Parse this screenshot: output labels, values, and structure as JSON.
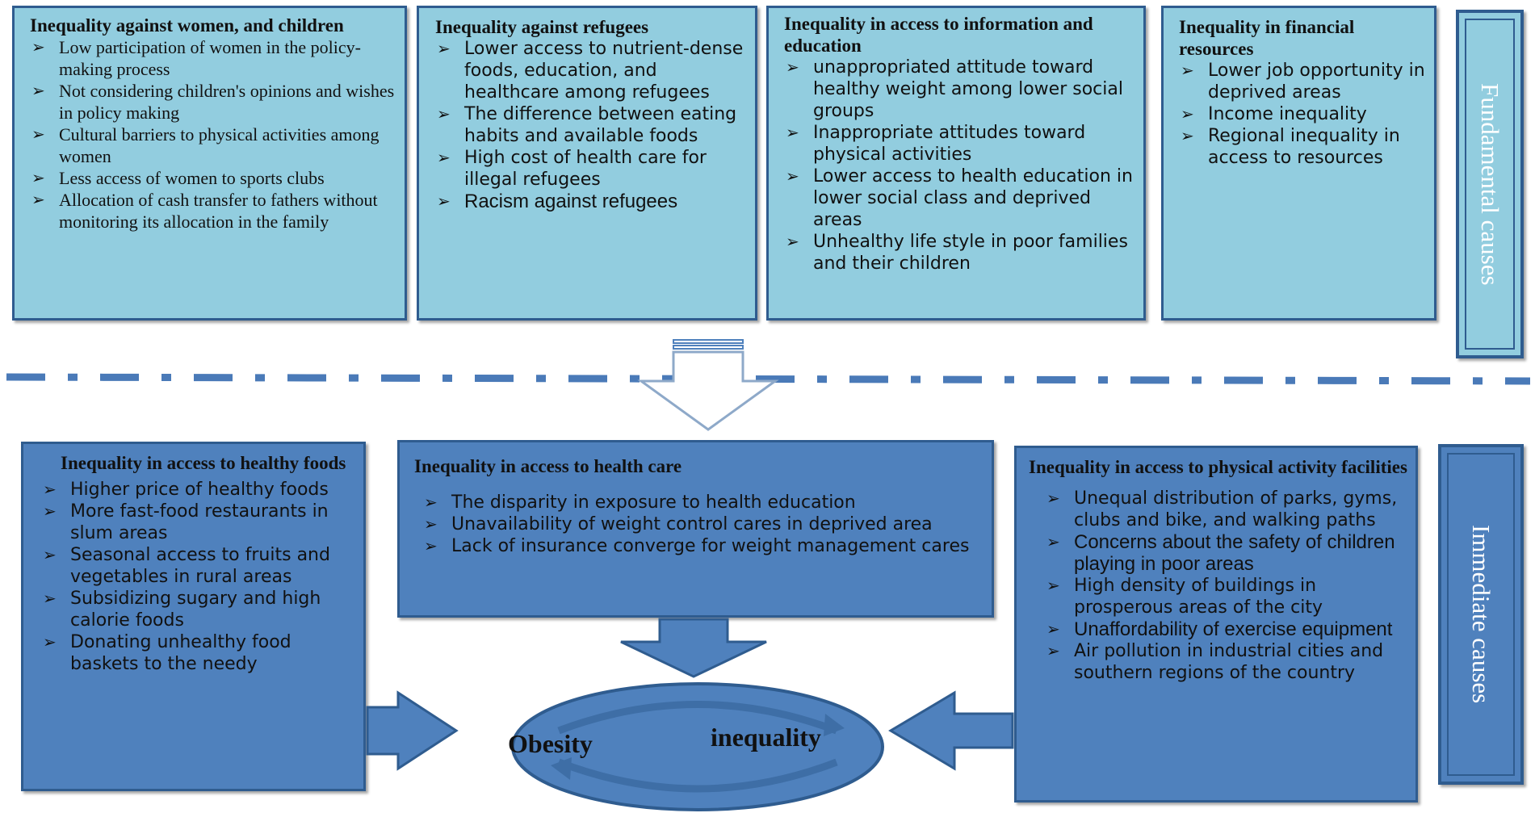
{
  "fundamental": {
    "women": {
      "title": "Inequality against women, and children",
      "items": [
        "Low participation of women in the policy-making process",
        "Not considering children's opinions and wishes in policy making",
        "Cultural barriers to physical activities among women",
        "Less access of women to sports clubs",
        "Allocation of cash transfer to fathers without monitoring its allocation in the family"
      ]
    },
    "refugees": {
      "title": "Inequality against refugees",
      "items": [
        "Lower access to nutrient-dense foods, education, and healthcare among refugees",
        "The difference between eating habits and available foods",
        "High cost of health care for illegal refugees",
        "Racism against refugees"
      ]
    },
    "information": {
      "title": "Inequality in access to information  and education",
      "items": [
        "unappropriated attitude toward healthy weight among lower social groups",
        "Inappropriate attitudes toward physical activities",
        "Lower access to health education in lower social class and deprived areas",
        "Unhealthy life style in poor families  and their children"
      ]
    },
    "financial": {
      "title": "Inequality in financial resources",
      "items": [
        "Lower job opportunity in deprived areas",
        "Income inequality",
        "Regional inequality in access to resources"
      ]
    },
    "label": "Fundamental  causes"
  },
  "immediate": {
    "foods": {
      "title": "Inequality in access to healthy foods",
      "items": [
        "Higher price of healthy foods",
        "More fast-food restaurants in  slum areas",
        "Seasonal access to fruits and vegetables in rural areas",
        "Subsidizing sugary and high calorie foods",
        "Donating unhealthy food baskets to the needy"
      ]
    },
    "healthcare": {
      "title": "Inequality in access to health care",
      "items": [
        "The disparity in exposure to health education",
        "Unavailability of   weight control cares  in deprived area",
        "Lack of insurance converge for weight management cares"
      ]
    },
    "physical": {
      "title": "Inequality in access to physical activity facilities",
      "items": [
        "Unequal distribution of parks, gyms, clubs and bike, and walking paths",
        "Concerns about the safety of children playing in poor areas",
        "High density of buildings in prosperous areas of the city",
        "Unaffordability of exercise equipment",
        "Air pollution in industrial cities and southern regions of the country"
      ]
    },
    "label": "Immediate causes"
  },
  "center": {
    "word1": "Obesity",
    "word2": "inequality"
  },
  "colors": {
    "light_fill": "#92cddf",
    "dark_fill": "#4f81bd",
    "border": "#2f5c8f",
    "dash": "#4a7ab8"
  }
}
